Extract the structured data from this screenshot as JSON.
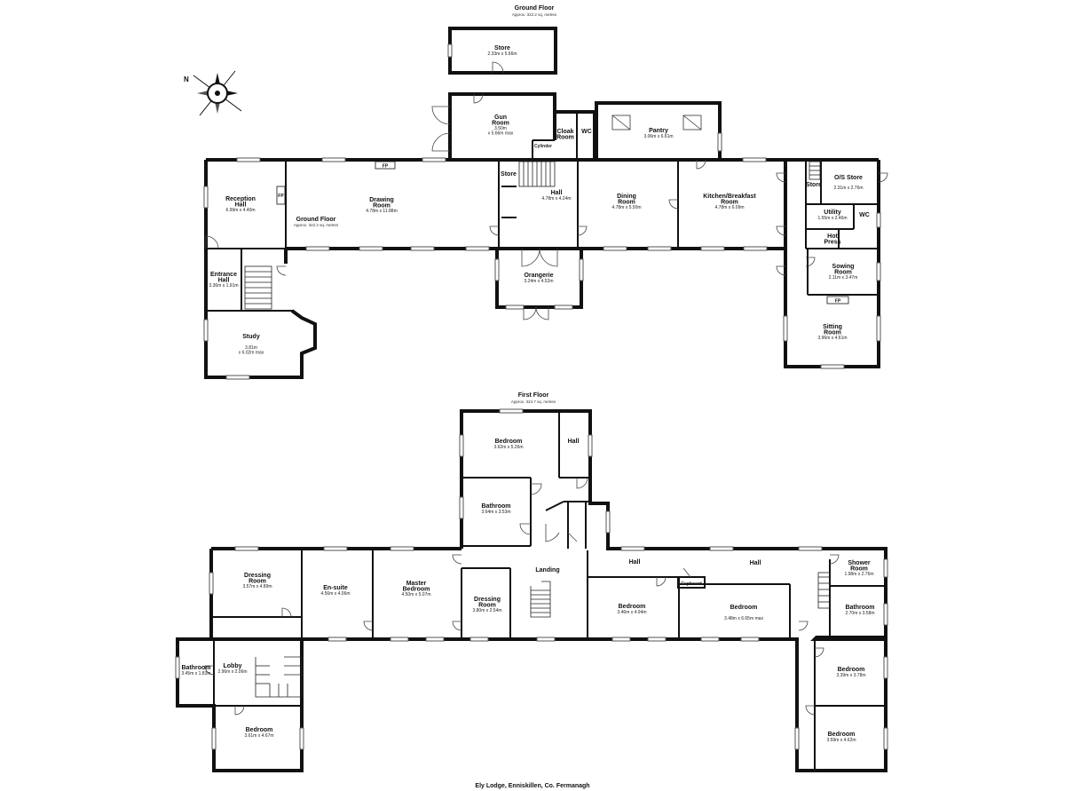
{
  "ground_floor": {
    "title": "Ground Floor",
    "area": "Approx. 322.2 sq. metres",
    "inline_label": "Ground Floor",
    "inline_area": "Approx. 322.2 sq. metres",
    "rooms": [
      {
        "id": "store-outbuilding",
        "name": "Store",
        "dims": "2.33m x 5.66m"
      },
      {
        "id": "gun-room",
        "name": "Gun Room",
        "dims": "3.50m x 5.66m max"
      },
      {
        "id": "cylinder",
        "name": "Cylinder",
        "dims": ""
      },
      {
        "id": "cloak-room",
        "name": "Cloak Room",
        "dims": ""
      },
      {
        "id": "wc-1",
        "name": "WC",
        "dims": ""
      },
      {
        "id": "pantry",
        "name": "Pantry",
        "dims": "3.06m x 6.61m"
      },
      {
        "id": "reception-hall",
        "name": "Reception Hall",
        "dims": "6.99m x 4.40m"
      },
      {
        "id": "drawing-room",
        "name": "Drawing Room",
        "dims": "4.78m x 11.88m"
      },
      {
        "id": "store-hall",
        "name": "Store",
        "dims": ""
      },
      {
        "id": "hall-ground",
        "name": "Hall",
        "dims": "4.78m x 4.24m"
      },
      {
        "id": "dining-room",
        "name": "Dining Room",
        "dims": "4.78m x 5.50m"
      },
      {
        "id": "kitchen",
        "name": "Kitchen/Breakfast Room",
        "dims": "4.78m x 6.09m"
      },
      {
        "id": "store-small",
        "name": "Store",
        "dims": ""
      },
      {
        "id": "os-store",
        "name": "O/S Store",
        "dims": "2.31m x 2.76m"
      },
      {
        "id": "utility",
        "name": "Utility",
        "dims": "1.55m x 2.46m"
      },
      {
        "id": "wc-2",
        "name": "WC",
        "dims": ""
      },
      {
        "id": "hot-press",
        "name": "Hot Press",
        "dims": ""
      },
      {
        "id": "entrance-hall",
        "name": "Entrance Hall",
        "dims": "3.36m x 1.91m"
      },
      {
        "id": "orangerie",
        "name": "Orangerie",
        "dims": "3.24m x 4.52m"
      },
      {
        "id": "sowing-room",
        "name": "Sowing Room",
        "dims": "2.11m x 3.47m"
      },
      {
        "id": "study",
        "name": "Study",
        "dims": "3.81m x 6.02m max"
      },
      {
        "id": "sitting-room",
        "name": "Sitting Room",
        "dims": "3.96m x 4.61m"
      }
    ],
    "fireplace_label": "FP"
  },
  "first_floor": {
    "title": "First Floor",
    "area": "Approx. 324.7 sq. metres",
    "rooms": [
      {
        "id": "bedroom-top",
        "name": "Bedroom",
        "dims": "3.62m x 5.26m"
      },
      {
        "id": "hall-top",
        "name": "Hall",
        "dims": ""
      },
      {
        "id": "bathroom-top",
        "name": "Bathroom",
        "dims": "3.64m x 3.53m"
      },
      {
        "id": "landing",
        "name": "Landing",
        "dims": ""
      },
      {
        "id": "hall-first-1",
        "name": "Hall",
        "dims": ""
      },
      {
        "id": "hall-first-2",
        "name": "Hall",
        "dims": ""
      },
      {
        "id": "shower-room",
        "name": "Shower Room",
        "dims": "1.98m x 2.76m"
      },
      {
        "id": "dressing-room-1",
        "name": "Dressing Room",
        "dims": "3.57m x 4.89m"
      },
      {
        "id": "en-suite",
        "name": "En-suite",
        "dims": "4.56m x 4.06m"
      },
      {
        "id": "master-bedroom",
        "name": "Master Bedroom",
        "dims": "4.50m x 5.07m"
      },
      {
        "id": "dressing-room-2",
        "name": "Dressing Room",
        "dims": "3.80m x 2.54m"
      },
      {
        "id": "bedroom-mid-1",
        "name": "Bedroom",
        "dims": "3.46m x 4.94m"
      },
      {
        "id": "cupboard",
        "name": "Cupboard",
        "dims": ""
      },
      {
        "id": "bedroom-mid-2",
        "name": "Bedroom",
        "dims": "3.48m x 6.65m max"
      },
      {
        "id": "bathroom-right",
        "name": "Bathroom",
        "dims": "2.70m x 3.58m"
      },
      {
        "id": "bathroom-left",
        "name": "Bathroom",
        "dims": "3.45m x 1.83m"
      },
      {
        "id": "lobby",
        "name": "Lobby",
        "dims": "2.96m x 2.06m"
      },
      {
        "id": "bedroom-right-1",
        "name": "Bedroom",
        "dims": "3.39m x 3.78m"
      },
      {
        "id": "bedroom-bottom-left",
        "name": "Bedroom",
        "dims": "3.61m x 4.67m"
      },
      {
        "id": "bedroom-right-2",
        "name": "Bedroom",
        "dims": "3.59m x 4.62m"
      }
    ]
  },
  "caption": "Ely Lodge, Enniskillen, Co. Fermanagh",
  "compass_label": "N"
}
